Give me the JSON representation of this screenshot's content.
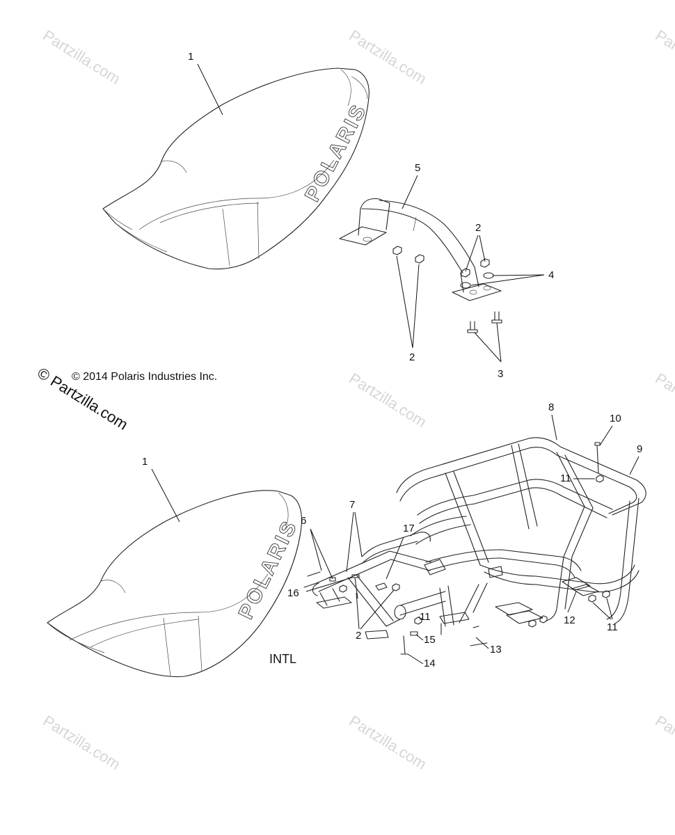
{
  "watermark_text": "Partzilla.com",
  "copyright_text": "© 2014 Polaris Industries Inc.",
  "site_mark": "© Partzilla.com",
  "seat_brand": "POLARIS",
  "variant_label": "INTL",
  "callouts": {
    "c1a": "1",
    "c5": "5",
    "c2a": "2",
    "c4": "4",
    "c2b": "2",
    "c3": "3",
    "c8": "8",
    "c10": "10",
    "c9": "9",
    "c11a": "11",
    "c1b": "1",
    "c7": "7",
    "c6": "6",
    "c17": "17",
    "c16": "16",
    "c2c": "2",
    "c11b": "11",
    "c15": "15",
    "c14": "14",
    "c13": "13",
    "c12": "12",
    "c11c": "11"
  }
}
